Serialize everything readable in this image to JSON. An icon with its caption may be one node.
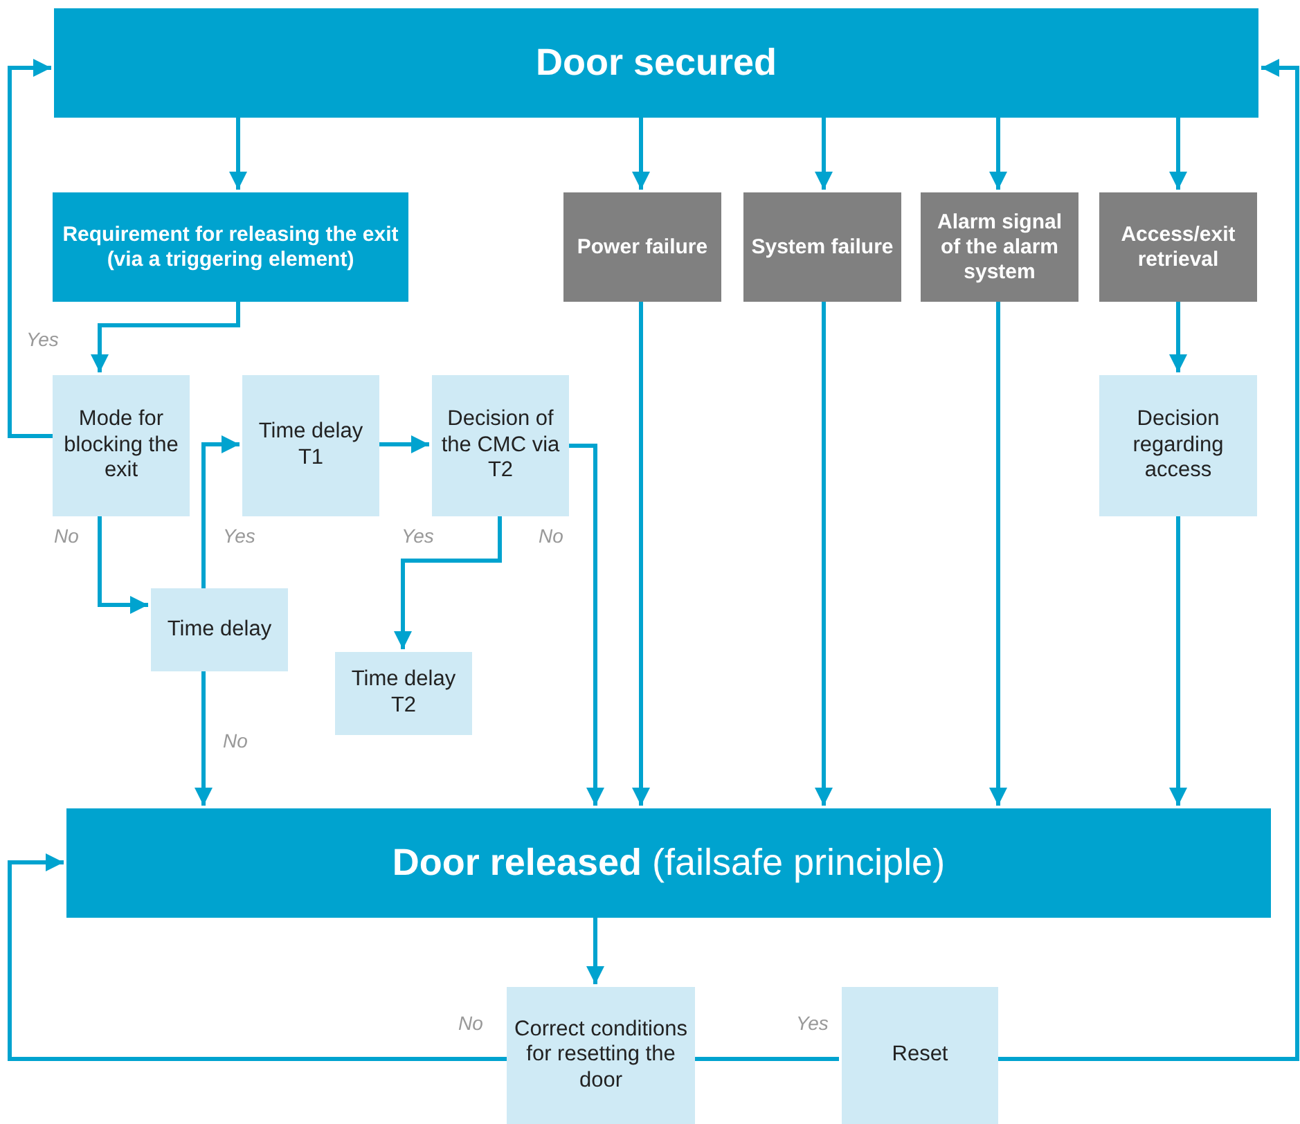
{
  "diagram": {
    "nodes": [
      {
        "text": [
          "Door secured"
        ]
      },
      {
        "text": [
          "Requirement for releasing the exit (via a triggering element)"
        ]
      },
      {
        "text": [
          "Power failure"
        ]
      },
      {
        "text": [
          "System failure"
        ]
      },
      {
        "text": [
          "Alarm signal of the alarm system"
        ]
      },
      {
        "text": [
          "Access/exit retrieval"
        ]
      },
      {
        "text": [
          "Mode for blocking the exit"
        ]
      },
      {
        "text": [
          "Time delay T1"
        ]
      },
      {
        "text": [
          "Decision of the CMC via T2"
        ]
      },
      {
        "text": [
          "Decision regarding access"
        ]
      },
      {
        "text": [
          "Time delay"
        ]
      },
      {
        "text": [
          "Time delay T2"
        ]
      },
      {
        "text": [
          "**Door released** (failsafe principle)"
        ]
      },
      {
        "text": [
          "Correct conditions for resetting the door"
        ]
      },
      {
        "text": [
          "Reset"
        ]
      }
    ],
    "edges": [
      {
        "from": 0,
        "to": 1,
        "arrow": "to"
      },
      {
        "from": 0,
        "to": 2,
        "arrow": "to"
      },
      {
        "from": 0,
        "to": 3,
        "arrow": "to"
      },
      {
        "from": 0,
        "to": 4,
        "arrow": "to"
      },
      {
        "from": 0,
        "to": 5,
        "arrow": "to"
      },
      {
        "from": 1,
        "to": 6,
        "arrow": "to",
        "label": "Yes"
      },
      {
        "from": 6,
        "to": 0,
        "arrow": "to"
      },
      {
        "from": 6,
        "to": 10,
        "arrow": "to",
        "label": "No"
      },
      {
        "from": 10,
        "to": 7,
        "arrow": "to",
        "label": "Yes"
      },
      {
        "from": 10,
        "to": 12,
        "arrow": "to",
        "label": "No"
      },
      {
        "from": 7,
        "to": 8,
        "arrow": "to"
      },
      {
        "from": 8,
        "to": 11,
        "arrow": "to",
        "label": "Yes"
      },
      {
        "from": 8,
        "to": 12,
        "arrow": "to",
        "label": "No"
      },
      {
        "from": 2,
        "to": 12,
        "arrow": "to"
      },
      {
        "from": 3,
        "to": 12,
        "arrow": "to"
      },
      {
        "from": 4,
        "to": 12,
        "arrow": "to"
      },
      {
        "from": 5,
        "to": 9,
        "arrow": "to"
      },
      {
        "from": 9,
        "to": 12,
        "arrow": "to"
      },
      {
        "from": 12,
        "to": 13,
        "arrow": "to"
      },
      {
        "from": 13,
        "to": 12,
        "arrow": "to",
        "label": "No"
      },
      {
        "from": 13,
        "to": 14,
        "arrow": "none",
        "label": "Yes"
      },
      {
        "from": 14,
        "to": 0,
        "arrow": "to"
      }
    ]
  }
}
